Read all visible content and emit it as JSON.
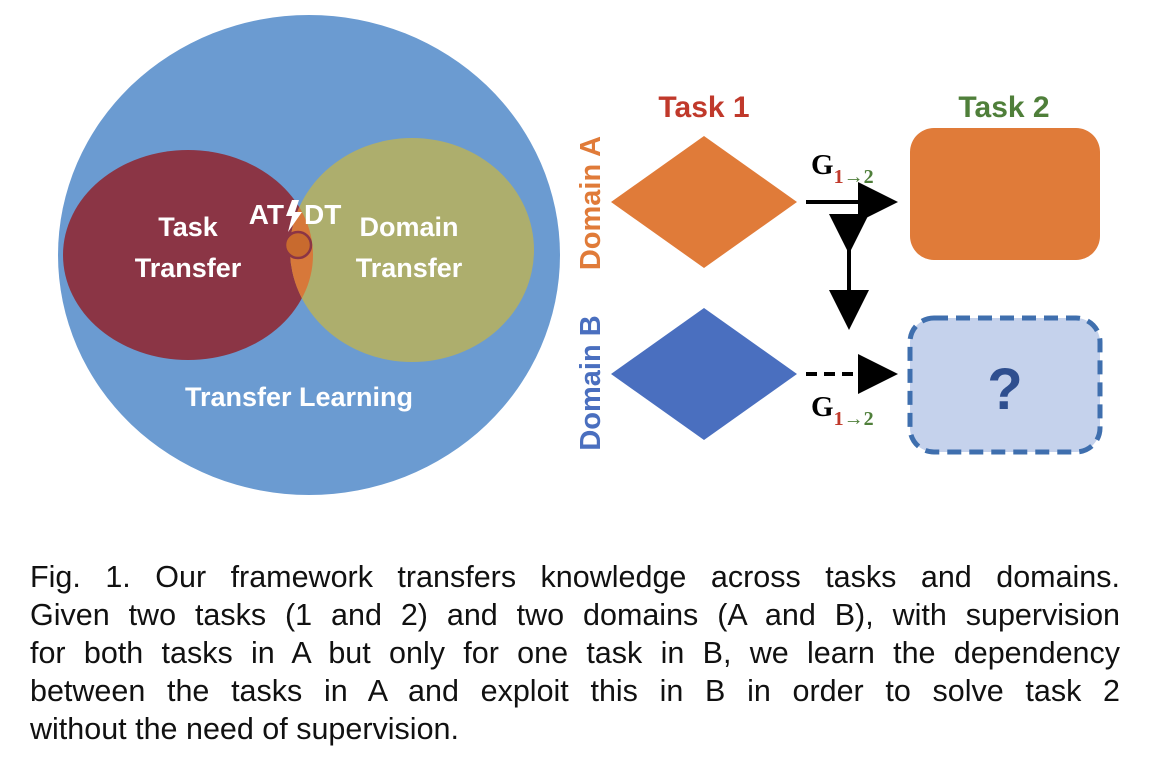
{
  "diagram": {
    "venn": {
      "outer_label": "Transfer Learning",
      "left_circle_label": [
        "Task",
        "Transfer"
      ],
      "right_circle_label": [
        "Domain",
        "Transfer"
      ],
      "intersection_label": {
        "left": "AT",
        "bolt": "⚡",
        "right": "DT"
      }
    },
    "columns": {
      "task1": "Task 1",
      "task2": "Task 2"
    },
    "rows": {
      "domain_a": "Domain A",
      "domain_b": "Domain B"
    },
    "mapping_label": {
      "main": "G",
      "sub_from": "1",
      "sub_arrow": "→",
      "sub_to": "2"
    },
    "unknown_symbol": "?",
    "colors": {
      "outer": "#6b9bd1",
      "task_transfer": "#8b3545",
      "domain_transfer": "#adae6d",
      "intersection": "#d7783a",
      "task1_text": "#c0392b",
      "task2_text": "#4f7f3a",
      "domain_a": "#e07b39",
      "domain_b": "#4a6fbf",
      "unknown_fill": "#c5d2ec",
      "unknown_border": "#3f6fae",
      "question_mark": "#2f4f8f",
      "white_text": "#ffffff",
      "arrow": "#000000"
    }
  },
  "caption": {
    "lines": [
      "Fig. 1. Our framework transfers knowledge across tasks and domains.",
      "Given two tasks (1 and 2) and two domains (A and B), with supervision",
      "for both tasks in A but only for one task in B, we learn the dependency",
      "between the tasks in A and exploit this in B in order to solve task 2",
      "without the need of supervision."
    ]
  }
}
